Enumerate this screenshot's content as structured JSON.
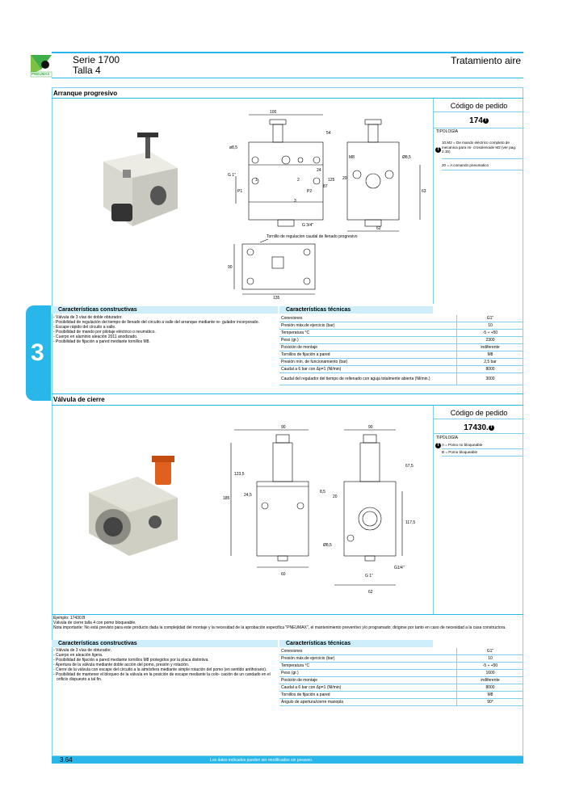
{
  "header": {
    "series": "Serie 1700",
    "size": "Talla 4",
    "section": "Tratamiento aire",
    "logo_text": "PNEUMAX"
  },
  "side_tab": "3",
  "section1": {
    "title": "Arranque progresivo",
    "order_title": "Código de pedido",
    "order_code": "174",
    "bullet": "T",
    "tipologia": "TIPOLOGÍA",
    "tip_rows": [
      "10.M2 = De mando eléctrico completo de mecanica para mi- crosolenoide M2 (ver pag. 2.15)",
      "20 = A comando pneumatico"
    ],
    "drawing": {
      "d100": "100",
      "d54": "54",
      "d85": "ø8,5",
      "g1": "G 1\"",
      "n1": "1",
      "n2": "2",
      "p1": "P1",
      "p2": "P2",
      "n3": "3",
      "d24": "24",
      "d125": "125",
      "d87": "87",
      "g34": "G 3/4\"",
      "m8": "M8",
      "d85b": "Ø8,5",
      "d20": "20",
      "d63": "63",
      "d62": "62",
      "tornillo": "Tornillo de regulacion caudal de llenado progresivo",
      "d90": "90",
      "d135": "135"
    },
    "features_title": "Características constructivas",
    "features": [
      "- Válvula de 3 vías de doble obturador.",
      "- Posibilidad de regulación del tiempo de llenado del circuito a valle del arranque mediante re- gulador incorporado.",
      "- Escape rápido del circuito a valle.",
      "- Posibilidad de mando por pilotaje eléctrico o neumático.",
      "- Cuerpo en aluminio aleación 2011 anodizado.",
      "- Posibilidad de fijación a pared mediante tornillos M8."
    ],
    "tech_title": "Características técnicas",
    "tech": [
      [
        "Conexiones",
        "G1\""
      ],
      [
        "Presión máx.de ejercicio (bar)",
        "10"
      ],
      [
        "Temperatura °C",
        "-5 ÷ +50"
      ],
      [
        "Peso (gr.)",
        "2300"
      ],
      [
        "Posición de montaje",
        "indiferente"
      ],
      [
        "Tornillos de fijación a pared",
        "M8"
      ],
      [
        "Presión mín. de funcionamiento (bar)",
        "2,5 bar"
      ],
      [
        "Caudal a 6 bar con Δp=1 (Nl/min)",
        "8000"
      ],
      [
        "Caudal del regulador del tiempo de rellenado con aguja totalmente abierta (Nl/min.)",
        "3000"
      ]
    ]
  },
  "section2": {
    "title": "Válvula de cierre",
    "order_title": "Código de pedido",
    "order_code": "17430.",
    "bullet": "T",
    "tipologia": "TIPOLOGÍA",
    "tip_rows": [
      "A = Pomo no bloqueable",
      "B = Pomo bloqueable"
    ],
    "drawing": {
      "d90a": "90",
      "d90b": "90",
      "d1235": "123,5",
      "d245": "24,5",
      "d185": "185",
      "d85": "8,5",
      "d20": "20",
      "d675": "67,5",
      "d1175": "117,5",
      "d85b": "Ø8,5",
      "d60": "60",
      "g14": "G1/4\"",
      "g1": "G 1\"",
      "d62": "62"
    },
    "example": "Ejemplo: 17430.B",
    "note1": "Válvula de cierre talla 4 con pomo bloqueable.",
    "note2": "Nota importante: No está previsto para este producto dada la complejidad del montaje y la necesidad de la aprobación especifica \"PNEUMAX\", el mantenimiento preventivo y/o programado; dirigirse por tanto en caso de necesidad a la casa constructora.",
    "features_title": "Características constructivas",
    "features": [
      "- Válvula de 3 vías de obturador.",
      "- Cuerpo en aleación ligera.",
      "- Posibilidad de fijación a pared mediante tornillos M8 protegidos por la placa distintiva.",
      "- Apertura de la válvula mediante doble acción del pomo, presión y rotación.",
      "- Cierre de la válvula con escape del circuito a la atmósfera mediante simple rotación del pomo (en sentido antihorario).",
      "- Posibilidad de mantener el bloqueo de la válvula en la posición de escape mediante la colo- cación de un candado en el orificio dispuesto a tal fin."
    ],
    "tech_title": "Características técnicas",
    "tech": [
      [
        "Conexiones",
        "G1\""
      ],
      [
        "Presión máx.de ejercicio (bar)",
        "10"
      ],
      [
        "Temperatura °C",
        "-5 ÷ +50"
      ],
      [
        "Peso (gr.)",
        "1600"
      ],
      [
        "Posición de montaje",
        "indiferente"
      ],
      [
        "Caudal a 6 bar con Δp=1 (Nl/min)",
        "8000"
      ],
      [
        "Tornillos de fijación a pared",
        "M8"
      ],
      [
        "Ángulo de apertura/cierre manopla",
        "90°"
      ]
    ]
  },
  "footer": {
    "page": "3.64",
    "text": "Los datos indicados pueden ser modificados sin preaveo."
  },
  "colors": {
    "accent": "#29b6e8",
    "light": "#cdeefa"
  }
}
